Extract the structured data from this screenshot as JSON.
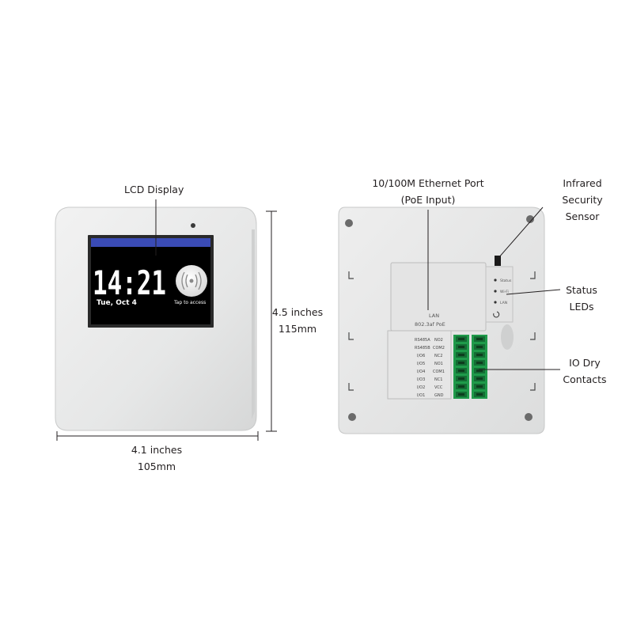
{
  "front": {
    "lcd_label": "LCD Display",
    "screen_time": "14:21",
    "screen_date": "Tue, Oct  4",
    "screen_tap": "Tap to access",
    "height_line1": "4.5 inches",
    "height_line2": "115mm",
    "width_line1": "4.1 inches",
    "width_line2": "105mm"
  },
  "back": {
    "ethernet_line1": "10/100M Ethernet Port",
    "ethernet_line2": "(PoE Input)",
    "infrared_line1": "Infrared",
    "infrared_line2": "Security",
    "infrared_line3": "Sensor",
    "status_line1": "Status",
    "status_line2": "LEDs",
    "io_line1": "IO Dry",
    "io_line2": "Contacts",
    "lan_label": "LAN",
    "poe_label": "802.3af PoE",
    "led_labels": [
      "Status",
      "Wi-Fi",
      "LAN"
    ],
    "terminal_left": [
      "RS485A",
      "RS485B",
      "I/O6",
      "I/O5",
      "I/O4",
      "I/O3",
      "I/O2",
      "I/O1"
    ],
    "terminal_right": [
      "NO2",
      "COM2",
      "NC2",
      "NO1",
      "COM1",
      "NC1",
      "VCC",
      "GND"
    ]
  },
  "colors": {
    "housing": "#e9eaea",
    "screen_bg": "#000000",
    "screen_bar": "#3a4bb5",
    "terminal_green": "#1f9a4a",
    "leader_line": "#231f20"
  }
}
